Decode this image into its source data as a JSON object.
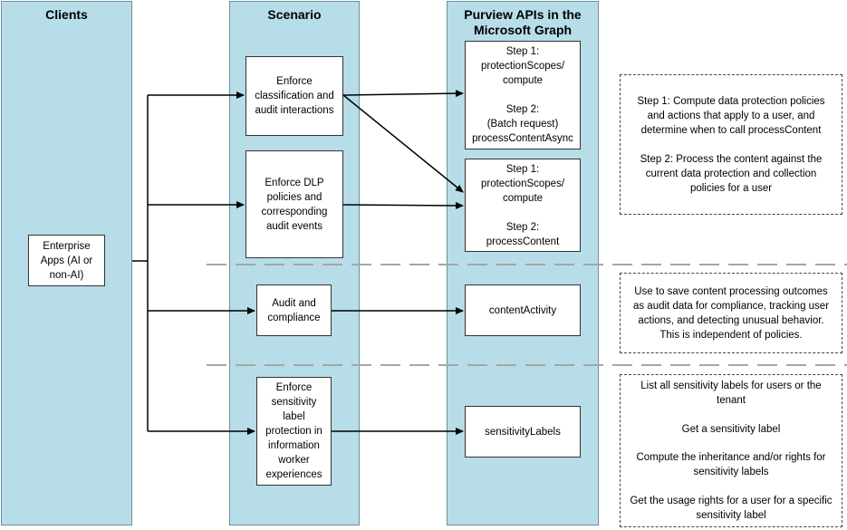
{
  "lanes": {
    "clients": "Clients",
    "scenario": "Scenario",
    "purview_line1": "Purview APIs in the",
    "purview_line2": "Microsoft Graph"
  },
  "client_box": [
    "Enterprise",
    "Apps (AI or",
    "non-AI)"
  ],
  "scenarios": {
    "classification": [
      "Enforce",
      "classification and",
      "audit interactions"
    ],
    "dlp": [
      "Enforce DLP",
      "policies and",
      "corresponding",
      "audit events"
    ],
    "audit": [
      "Audit and",
      "compliance"
    ],
    "sensitivity": [
      "Enforce",
      "sensitivity",
      "label",
      "protection in",
      "information",
      "worker",
      "experiences"
    ]
  },
  "apis": {
    "box1_step1_title": "Step 1:",
    "box1_step1_line1": "protectionScopes/",
    "box1_step1_line2": "compute",
    "box1_step2_title": "Step 2:",
    "box1_step2_line1": "(Batch request)",
    "box1_step2_line2": "processContentAsync",
    "box2_step1_title": "Step 1:",
    "box2_step1_line1": "protectionScopes/",
    "box2_step1_line2": "compute",
    "box2_step2_title": "Step 2:",
    "box2_step2_line1": "processContent",
    "content_activity": "contentActivity",
    "sensitivity_labels": "sensitivityLabels"
  },
  "notes": {
    "steps": {
      "step1_lines": [
        "Step 1: Compute data protection policies",
        "and actions that apply to a user, and",
        "determine when to call processContent"
      ],
      "step2_lines": [
        "Step 2: Process the content against the",
        "current data protection and collection",
        "policies for a user"
      ]
    },
    "audit_lines": [
      "Use to save content processing outcomes",
      "as audit data for compliance, tracking user",
      "actions, and detecting unusual behavior.",
      "This is independent of policies."
    ],
    "labels": {
      "item1": [
        "List all sensitivity labels for users or the",
        "tenant"
      ],
      "item2": [
        "Get a sensitivity label"
      ],
      "item3": [
        "Compute the inheritance and/or rights for",
        "sensitivity labels"
      ],
      "item4": [
        "Get the usage rights for a user for a specific",
        "sensitivity label"
      ]
    }
  }
}
